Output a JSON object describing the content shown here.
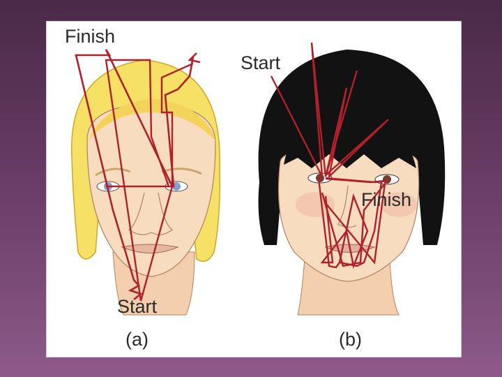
{
  "labels": {
    "a_finish": "Finish",
    "a_start": "Start",
    "a_caption": "(a)",
    "b_start": "Start",
    "b_finish": "Finish",
    "b_caption": "(b)"
  },
  "colors": {
    "scanpath": "#b0202a",
    "blonde_hair": "#f6e066",
    "dark_hair": "#121212",
    "skin": "#f7dcc0",
    "blue_iris": "#7f9fd0",
    "brown_iris": "#7a3a2a"
  }
}
